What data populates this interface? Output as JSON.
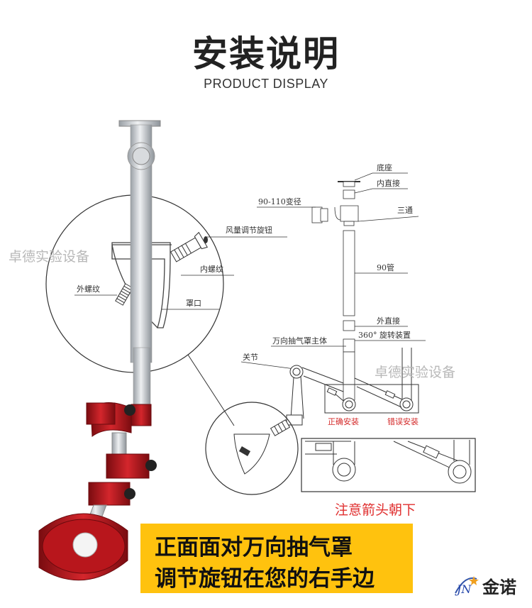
{
  "header": {
    "title": "安装说明",
    "subtitle": "PRODUCT DISPLAY"
  },
  "watermarks": {
    "left": "卓德实验设备",
    "right": "卓德实验设备"
  },
  "detail_labels": {
    "knob": "风量调节旋钮",
    "inner_thread": "内螺纹",
    "outer_thread": "外螺纹",
    "hood": "罩口"
  },
  "part_labels": {
    "base": "底座",
    "inner_connector": "内直接",
    "reducer": "90-110变径",
    "tee": "三通",
    "pipe": "90管",
    "outer_connector": "外直接",
    "swivel": "360° 旋转装置",
    "main_body": "万向抽气罩主体",
    "joint": "关节"
  },
  "install_labels": {
    "correct": "正确安装",
    "wrong": "错误安装"
  },
  "note": "注意箭头朝下",
  "callout": {
    "line1": "正面面对万向抽气罩",
    "line2": "调节旋钮在您的右手边"
  },
  "logo": {
    "mark": "JN",
    "text": "金诺"
  },
  "colors": {
    "arm_red": "#b8161c",
    "pipe_gray": "#c9ccd0",
    "callout_yellow": "#ffc20e",
    "warning_red": "#e03030"
  }
}
